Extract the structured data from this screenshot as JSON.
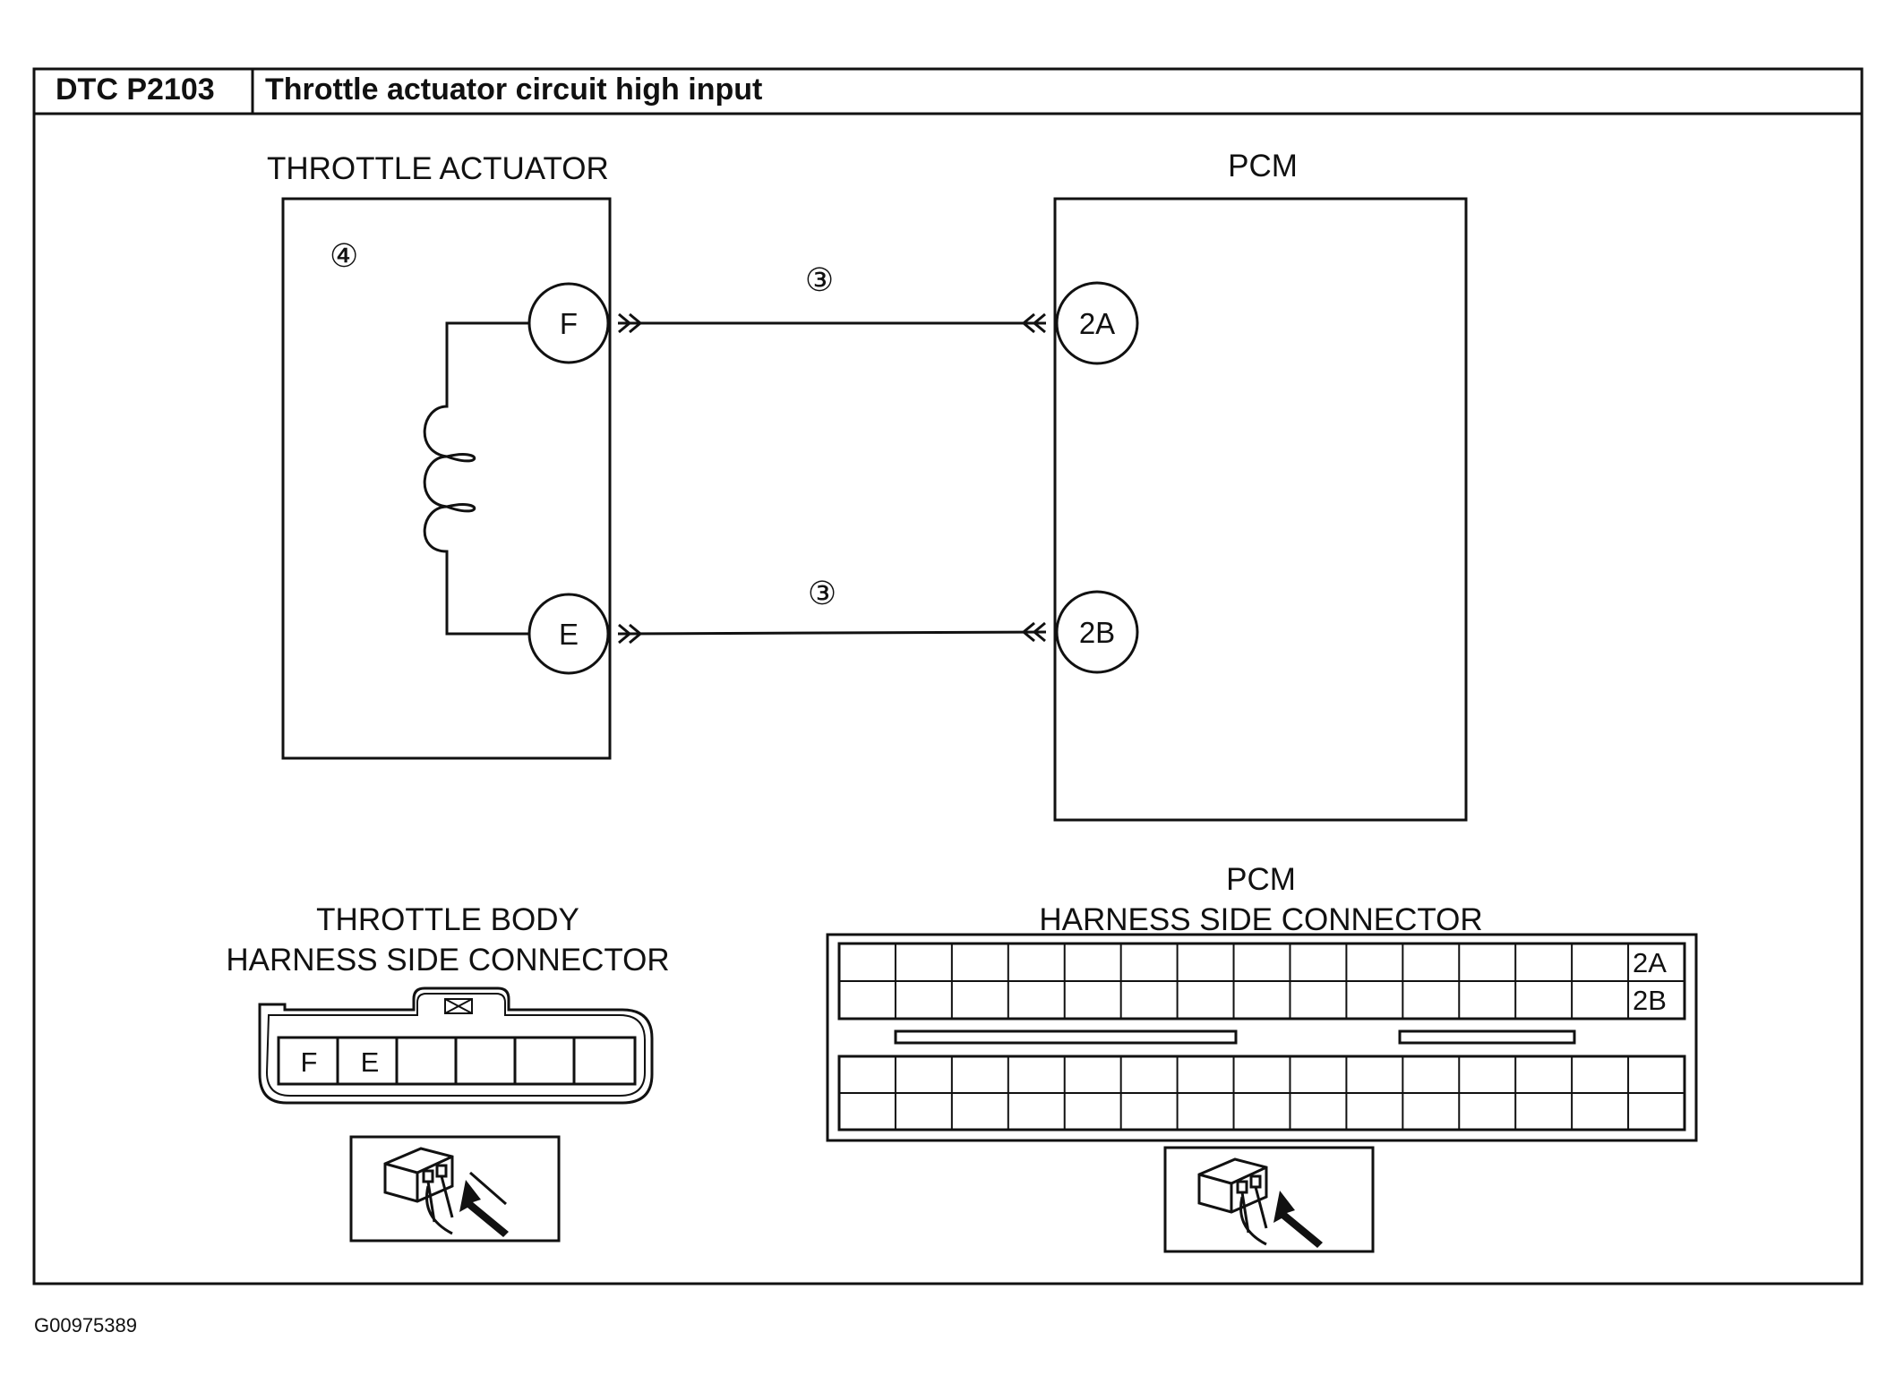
{
  "header": {
    "code": "DTC P2103",
    "title": "Throttle actuator circuit high input"
  },
  "diagram": {
    "throttle_actuator_label": "THROTTLE ACTUATOR",
    "pcm_label": "PCM",
    "component_callout": "④",
    "wire_callout_top": "③",
    "wire_callout_bottom": "③",
    "actuator_pins": {
      "top": "F",
      "bottom": "E"
    },
    "pcm_pins": {
      "top": "2A",
      "bottom": "2B"
    }
  },
  "connectors": {
    "throttle_body": {
      "title_line1": "THROTTLE BODY",
      "title_line2": "HARNESS SIDE CONNECTOR",
      "cells": [
        "F",
        "E",
        "",
        "",
        "",
        ""
      ]
    },
    "pcm": {
      "title_line1": "PCM",
      "title_line2": "HARNESS SIDE CONNECTOR",
      "row_labels": [
        "2A",
        "2B"
      ]
    }
  },
  "footer": {
    "image_code": "G00975389"
  }
}
